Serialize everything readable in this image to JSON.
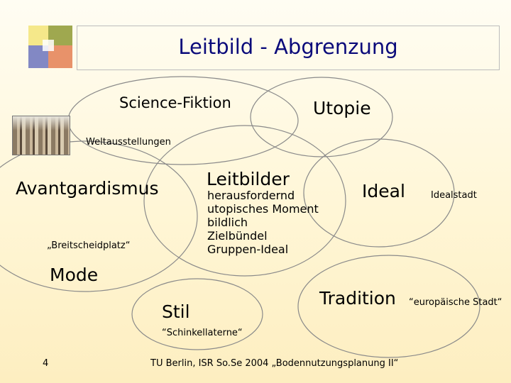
{
  "title": "Leitbild - Abgrenzung",
  "labels": {
    "science_fiction": "Science-Fiktion",
    "utopie": "Utopie",
    "weltausstellungen": "Weltausstellungen",
    "avantgardismus": "Avantgardismus",
    "breitscheidplatz": "„Breitscheidplatz“",
    "mode": "Mode",
    "leitbilder": "Leitbilder",
    "ideal": "Ideal",
    "idealstadt": "Idealstadt",
    "tradition": "Tradition",
    "europaeische_stadt": "“europäische Stadt“",
    "stil": "Stil",
    "schinkellaterne": "“Schinkellaterne“"
  },
  "leitbilder_items": [
    "herausfordernd",
    "utopisches Moment",
    "bildlich",
    "Zielbündel",
    "Gruppen-Ideal"
  ],
  "footer": {
    "page_number": "4",
    "source": "TU Berlin, ISR So.Se 2004 „Bodennutzungsplanung II“"
  },
  "colors": {
    "title": "#0a0a7a",
    "ellipse_stroke": "#8a8a8a",
    "logo_yellow": "#f5e88a",
    "logo_olive": "#9fa84f",
    "logo_blue": "#8288c4",
    "logo_orange": "#e8926a"
  }
}
